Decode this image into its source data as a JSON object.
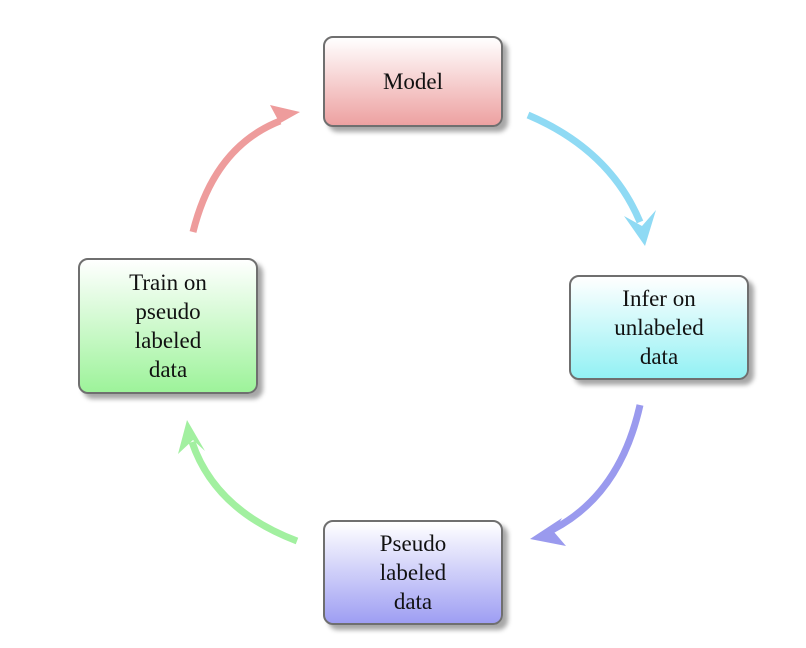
{
  "nodes": {
    "model": {
      "label": "Model"
    },
    "infer": {
      "label": "Infer on\nunlabeled\ndata"
    },
    "pseudo": {
      "label": "Pseudo\nlabeled\ndata"
    },
    "train": {
      "label": "Train on\npseudo\nlabeled\ndata"
    }
  },
  "colors": {
    "arrow_model_to_infer": "#8fdaf4",
    "arrow_infer_to_pseudo": "#9a9aee",
    "arrow_pseudo_to_train": "#a2f0a0",
    "arrow_train_to_model": "#ee9c9c"
  }
}
